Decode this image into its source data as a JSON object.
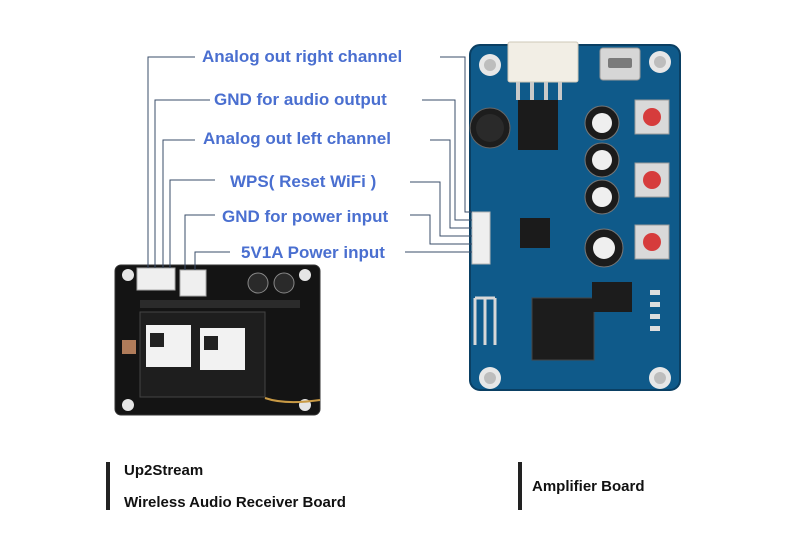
{
  "labels": {
    "analog_right": "Analog out right channel",
    "gnd_audio": "GND for audio output",
    "analog_left": "Analog out left channel",
    "wps": "WPS( Reset WiFi )",
    "gnd_power": "GND for power input",
    "power_input": "5V1A Power input"
  },
  "captions": {
    "up2stream_line1": "Up2Stream",
    "up2stream_line2": "Wireless Audio Receiver Board",
    "amplifier": "Amplifier Board"
  },
  "colors": {
    "label_text": "#4a6fd0",
    "amp_board": "#0f5a8a",
    "receiver_board": "#141414"
  }
}
